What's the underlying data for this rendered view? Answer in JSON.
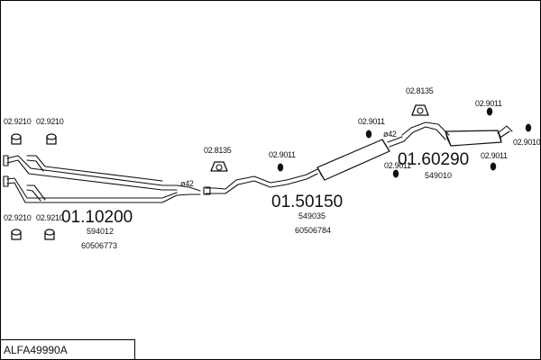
{
  "model_code": "ALFA49990A",
  "parts": {
    "section1": {
      "part_number": "01.10200",
      "refs": [
        "594012",
        "60506773"
      ]
    },
    "section2": {
      "part_number": "01.50150",
      "refs": [
        "549035",
        "60506784"
      ]
    },
    "section3": {
      "part_number": "01.60290",
      "refs": [
        "549010"
      ]
    }
  },
  "fittings": {
    "clamp_top_a": "02.9210",
    "clamp_top_b": "02.9210",
    "clamp_bottom_a": "02.9210",
    "clamp_bottom_b": "02.9210",
    "hanger_mid": "02.8135",
    "ring_mid": "02.9011",
    "ring_center_top": "02.9011",
    "ring_center_bottom": "02.9011",
    "hanger_right": "02.8135",
    "ring_right_top": "02.9011",
    "ring_right_mid": "02.9011",
    "ring_tail": "02.9010"
  },
  "diameters": {
    "d1": "ø42",
    "d2": "ø42"
  }
}
